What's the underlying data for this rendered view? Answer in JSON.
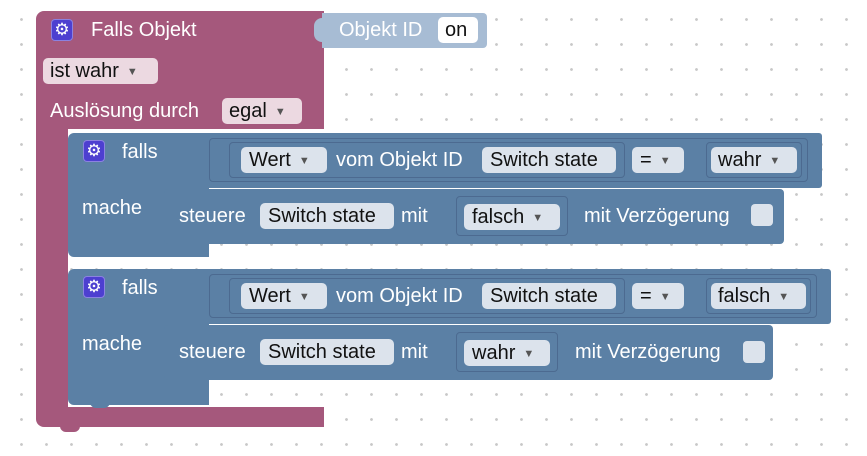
{
  "main_block": {
    "title": "Falls Objekt",
    "condition": "ist wahr",
    "trigger_label": "Auslösung durch",
    "trigger_value": "egal"
  },
  "object_input": {
    "label": "Objekt ID",
    "value": "on"
  },
  "if_blocks": [
    {
      "if_label": "falls",
      "do_label": "mache",
      "value_label": "Wert",
      "from_label": "vom Objekt ID",
      "object": "Switch state",
      "operator": "=",
      "compare_value": "wahr",
      "action_label": "steuere",
      "action_object": "Switch state",
      "with_label": "mit",
      "action_value": "falsch",
      "delay_label": "mit Verzögerung"
    },
    {
      "if_label": "falls",
      "do_label": "mache",
      "value_label": "Wert",
      "from_label": "vom Objekt ID",
      "object": "Switch state",
      "operator": "=",
      "compare_value": "falsch",
      "action_label": "steuere",
      "action_object": "Switch state",
      "with_label": "mit",
      "action_value": "wahr",
      "delay_label": "mit Verzögerung"
    }
  ],
  "colors": {
    "trigger_block": "#a5587c",
    "logic_block": "#5b80a5",
    "value_block": "#5b80a5",
    "disabled_block": "#a7bcd4",
    "gear": "#4d3fd0"
  },
  "icons": {
    "settings_gear": "gear-icon"
  }
}
